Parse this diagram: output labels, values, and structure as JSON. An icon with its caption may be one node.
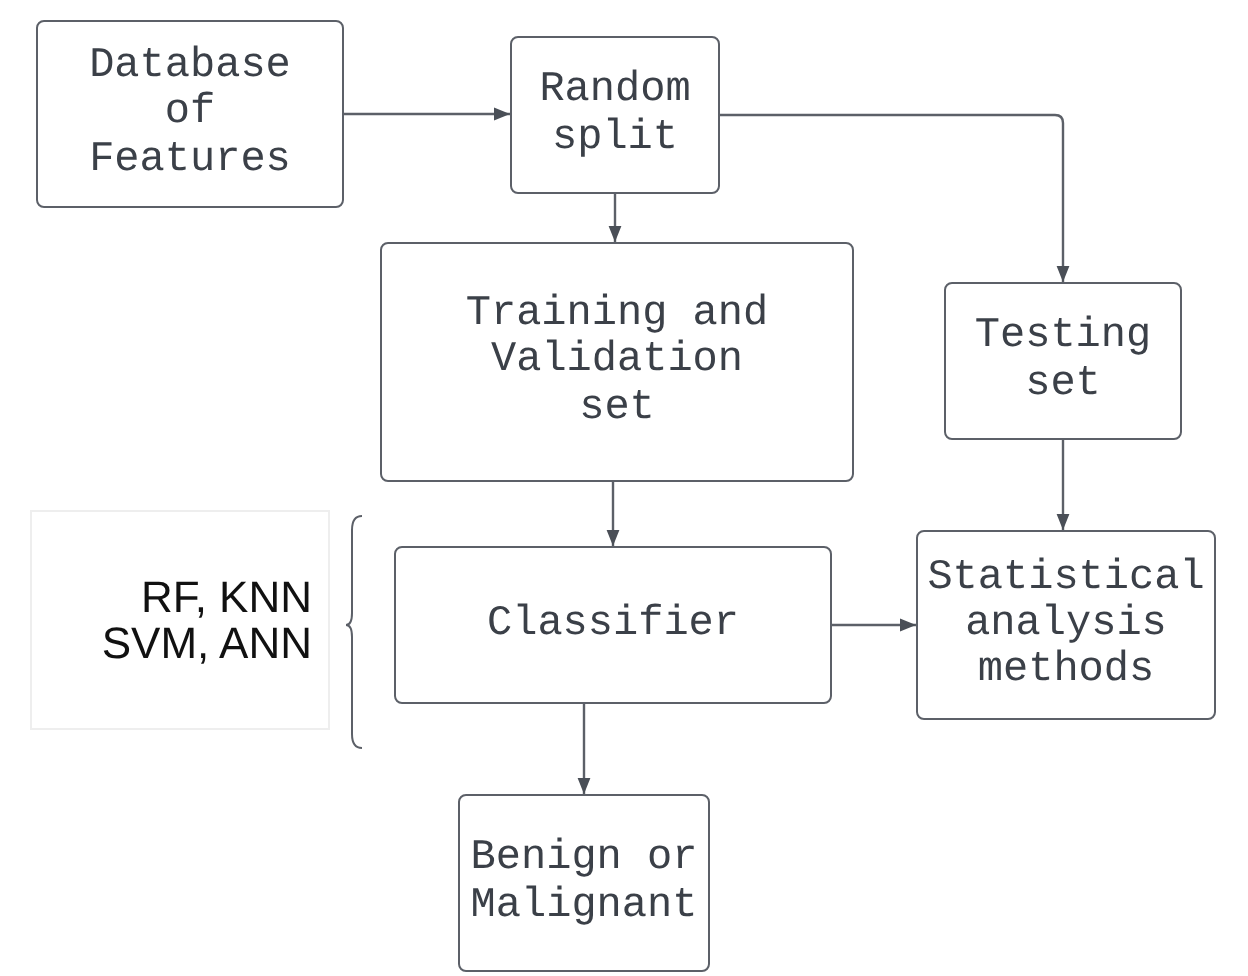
{
  "diagram": {
    "nodes": [
      {
        "text": [
          "Database of Features"
        ]
      },
      {
        "text": [
          "Random split"
        ]
      },
      {
        "text": [
          "Training and Validation set"
        ]
      },
      {
        "text": [
          "Testing set"
        ]
      },
      {
        "text": [
          "RF, KNN SVM, ANN"
        ]
      },
      {
        "text": [
          "Classifier"
        ]
      },
      {
        "text": [
          "Statistical analysis methods"
        ]
      },
      {
        "text": [
          "Benign or Malignant"
        ]
      }
    ],
    "edges": [
      {
        "from": 0,
        "to": 1,
        "arrow": "to"
      },
      {
        "from": 1,
        "to": 2,
        "arrow": "to"
      },
      {
        "from": 1,
        "to": 3,
        "arrow": "to"
      },
      {
        "from": 2,
        "to": 5,
        "arrow": "to"
      },
      {
        "from": 3,
        "to": 6,
        "arrow": "to"
      },
      {
        "from": 5,
        "to": 6,
        "arrow": "to"
      },
      {
        "from": 5,
        "to": 7,
        "arrow": "to"
      }
    ]
  }
}
